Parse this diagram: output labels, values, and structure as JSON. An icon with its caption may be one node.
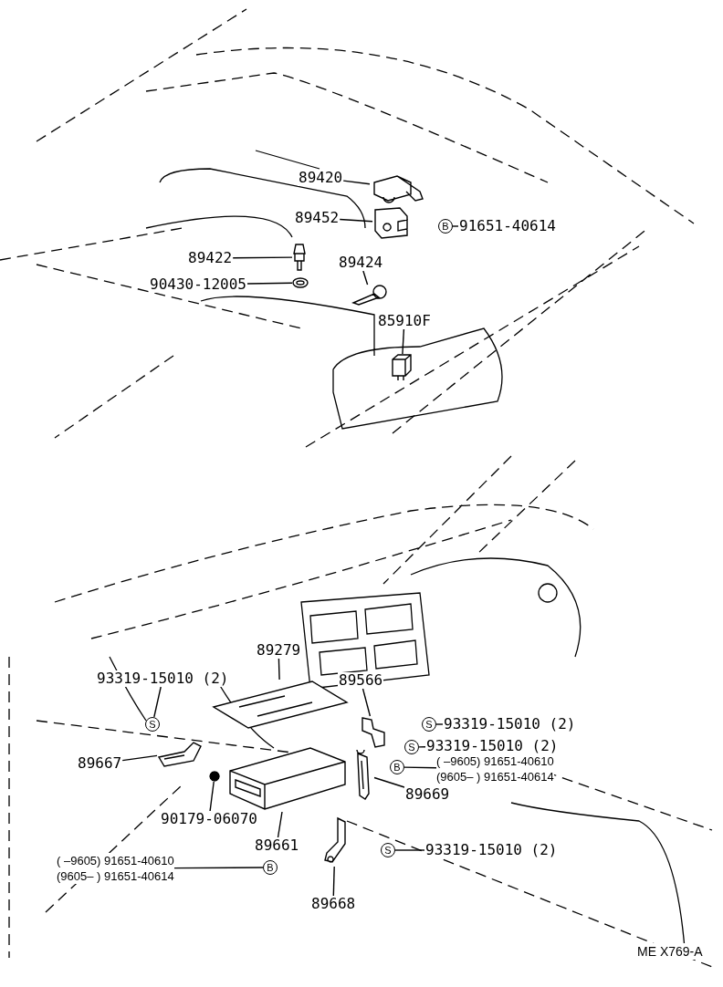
{
  "diagram": {
    "nodes": [
      {
        "text": [
          "89420"
        ]
      },
      {
        "text": [],
        "shape": "picture"
      },
      {
        "text": [
          "89452"
        ]
      },
      {
        "text": [],
        "shape": "picture"
      },
      {
        "text": [
          "B"
        ]
      },
      {
        "text": [
          "91651-40614"
        ]
      },
      {
        "text": [
          "89422"
        ]
      },
      {
        "text": [],
        "shape": "picture"
      },
      {
        "text": [
          "90430-12005"
        ]
      },
      {
        "text": [],
        "shape": "picture"
      },
      {
        "text": [
          "89424"
        ]
      },
      {
        "text": [],
        "shape": "picture"
      },
      {
        "text": [
          "85910F"
        ]
      },
      {
        "text": [],
        "shape": "picture"
      },
      {
        "text": [
          "89279"
        ]
      },
      {
        "text": [],
        "shape": "picture"
      },
      {
        "text": [
          "93319-15010 (2)"
        ]
      },
      {
        "text": [
          "S"
        ]
      },
      {
        "text": [
          "89566"
        ]
      },
      {
        "text": [],
        "shape": "picture"
      },
      {
        "text": [
          "S"
        ]
      },
      {
        "text": [
          "93319-15010 (2)"
        ]
      },
      {
        "text": [
          "S"
        ]
      },
      {
        "text": [
          "93319-15010 (2)"
        ]
      },
      {
        "text": [
          "B"
        ]
      },
      {
        "text": [
          "( –9605) 91651-40610",
          "(9605– ) 91651-40614"
        ]
      },
      {
        "text": [
          "89667"
        ]
      },
      {
        "text": [],
        "shape": "picture"
      },
      {
        "text": [],
        "shape": "picture"
      },
      {
        "text": [
          "90179-06070"
        ]
      },
      {
        "text": [],
        "shape": "picture"
      },
      {
        "text": [
          "89661"
        ]
      },
      {
        "text": [],
        "shape": "picture"
      },
      {
        "text": [
          "89669"
        ]
      },
      {
        "text": [
          "S"
        ]
      },
      {
        "text": [
          "93319-15010 (2)"
        ]
      },
      {
        "text": [],
        "shape": "picture"
      },
      {
        "text": [
          "89668"
        ]
      },
      {
        "text": [
          "B"
        ]
      },
      {
        "text": [
          "( –9605) 91651-40610",
          "(9605– ) 91651-40614"
        ]
      }
    ],
    "edges": [
      {
        "from": 0,
        "to": 1,
        "arrow": "none"
      },
      {
        "from": 2,
        "to": 3,
        "arrow": "none"
      },
      {
        "from": 5,
        "to": 4,
        "arrow": "none"
      },
      {
        "from": 6,
        "to": 7,
        "arrow": "none"
      },
      {
        "from": 8,
        "to": 9,
        "arrow": "none"
      },
      {
        "from": 10,
        "to": 11,
        "arrow": "none"
      },
      {
        "from": 12,
        "to": 13,
        "arrow": "none"
      },
      {
        "from": 14,
        "to": 15,
        "arrow": "none"
      },
      {
        "from": 16,
        "to": 17,
        "arrow": "none"
      },
      {
        "from": 18,
        "to": 19,
        "arrow": "none"
      },
      {
        "from": 21,
        "to": 20,
        "arrow": "none"
      },
      {
        "from": 23,
        "to": 22,
        "arrow": "none"
      },
      {
        "from": 25,
        "to": 24,
        "arrow": "none"
      },
      {
        "from": 26,
        "to": 27,
        "arrow": "none"
      },
      {
        "from": 29,
        "to": 28,
        "arrow": "none"
      },
      {
        "from": 31,
        "to": 30,
        "arrow": "none"
      },
      {
        "from": 33,
        "to": 32,
        "arrow": "none"
      },
      {
        "from": 35,
        "to": 34,
        "arrow": "none"
      },
      {
        "from": 37,
        "to": 36,
        "arrow": "none"
      },
      {
        "from": 39,
        "to": 38,
        "arrow": "none"
      }
    ],
    "labels": [
      "ME X769-A"
    ]
  }
}
